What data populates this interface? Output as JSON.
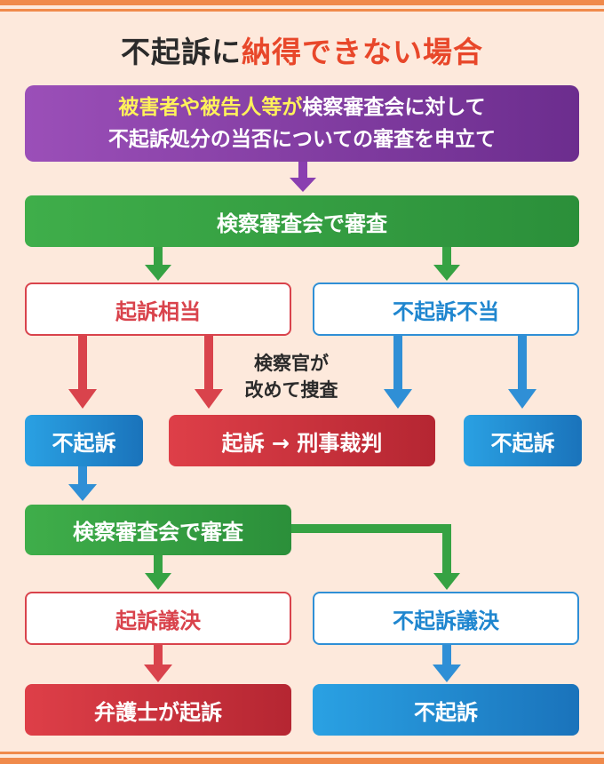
{
  "title": {
    "main": "不起訴に",
    "accent": "納得できない場合"
  },
  "top_box": {
    "line1_yellow": "被害者や被告人等が",
    "line1_rest": "検察審査会に対して",
    "line2": "不起訴処分の当否についての審査を申立て"
  },
  "review1": "検察審査会で審査",
  "kiso_soto": "起訴相当",
  "fukiso_futo": "不起訴不当",
  "prosecutor_note": {
    "line1": "検察官が",
    "line2": "改めて捜査"
  },
  "outcome_left": "不起訴",
  "outcome_middle": "起訴 → 刑事裁判",
  "outcome_right": "不起訴",
  "review2": "検察審査会で審査",
  "kiso_giketsu": "起訴議決",
  "fukiso_giketsu": "不起訴議決",
  "final_left": "弁護士が起訴",
  "final_right": "不起訴",
  "colors": {
    "purple": "#7a3596",
    "green": "#36a243",
    "red": "#d9434c",
    "blue": "#2f8fd6",
    "orange": "#f08a4b",
    "yellow": "#fff25a",
    "background": "#fde9dc"
  }
}
